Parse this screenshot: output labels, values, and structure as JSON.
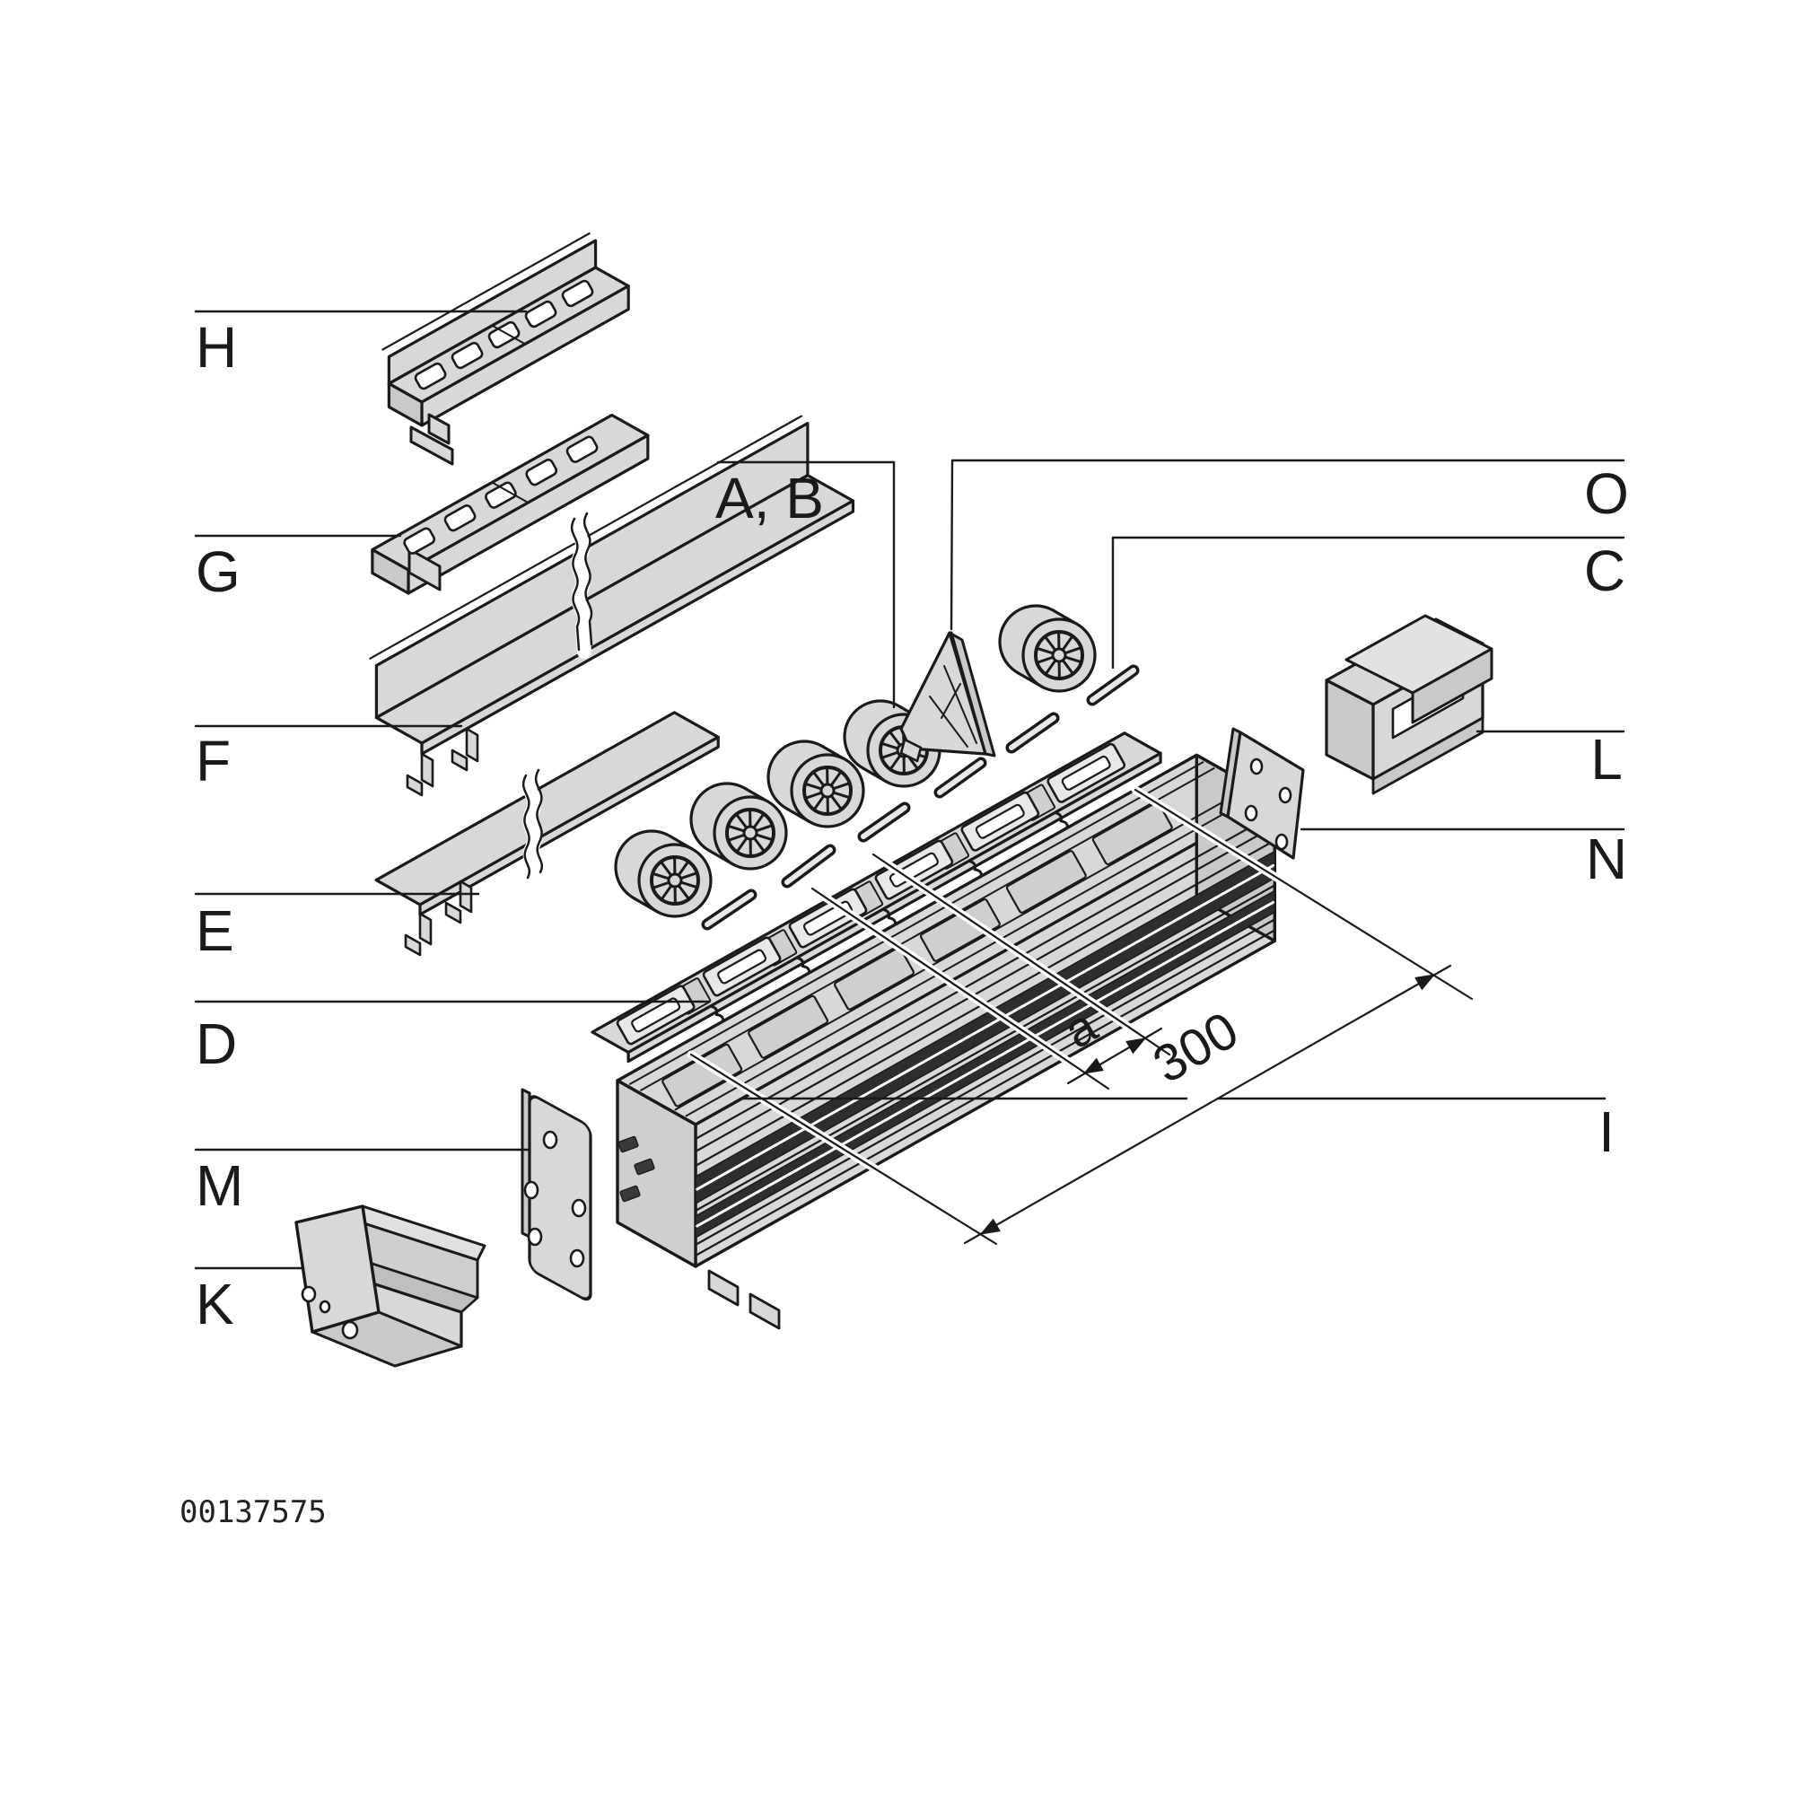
{
  "diagram": {
    "background": "#ffffff",
    "line_color": "#1a1a1a",
    "part_fill": "#d8d8d8",
    "drawing_number": "00137575"
  },
  "callouts": {
    "h": "H",
    "g": "G",
    "f": "F",
    "e": "E",
    "d": "D",
    "m": "M",
    "k": "K",
    "ab": "A, B",
    "o": "O",
    "c": "C",
    "l": "L",
    "n": "N",
    "i": "I"
  },
  "dimensions": {
    "pitch": "a",
    "length": "300"
  }
}
